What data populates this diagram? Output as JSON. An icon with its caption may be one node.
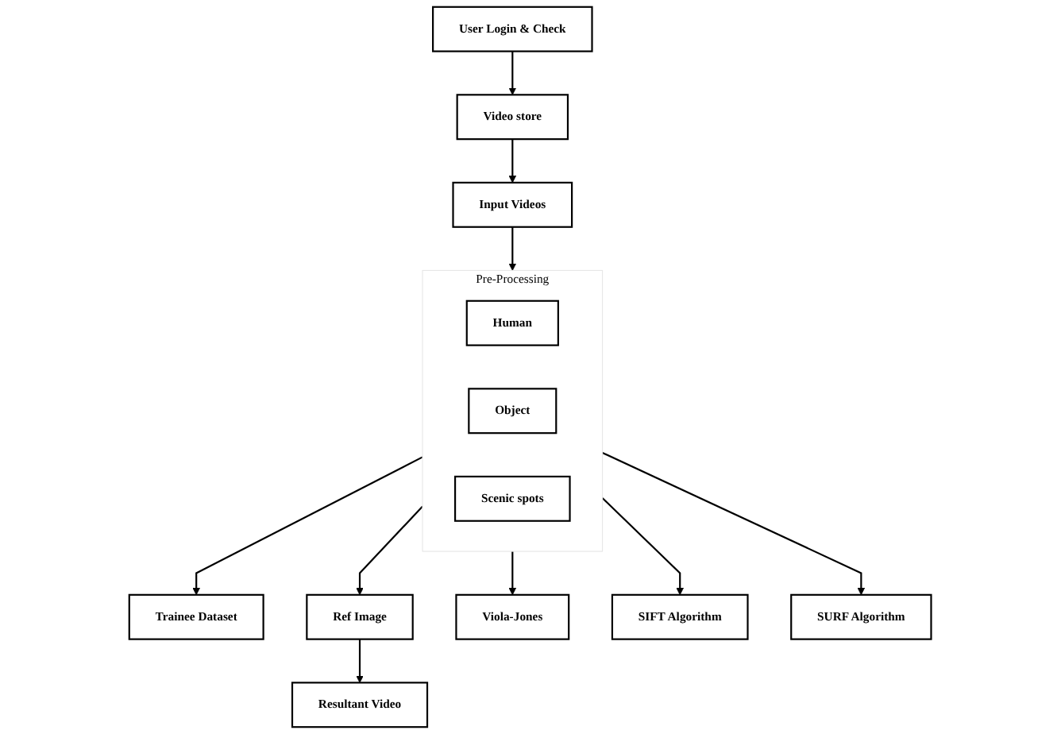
{
  "diagram": {
    "nodes": [
      {
        "text": [
          "User Login & Check"
        ]
      },
      {
        "text": [
          "Video store"
        ]
      },
      {
        "text": [
          "Input Videos"
        ]
      },
      {
        "text": [
          "Pre-Processing"
        ]
      },
      {
        "text": [
          "Human"
        ],
        "in": 3
      },
      {
        "text": [
          "Object"
        ],
        "in": 3
      },
      {
        "text": [
          "Scenic spots"
        ],
        "in": 3
      },
      {
        "text": [
          "Trainee Dataset"
        ]
      },
      {
        "text": [
          "Ref Image"
        ]
      },
      {
        "text": [
          "Resultant Video"
        ]
      },
      {
        "text": [
          "Viola-Jones"
        ]
      },
      {
        "text": [
          "SIFT Algorithm"
        ]
      },
      {
        "text": [
          "SURF Algorithm"
        ]
      }
    ],
    "edges": [
      {
        "from": 0,
        "to": 1,
        "arrow": "to"
      },
      {
        "from": 1,
        "to": 2,
        "arrow": "to"
      },
      {
        "from": 2,
        "to": 3,
        "arrow": "to"
      },
      {
        "from": 3,
        "to": 7,
        "arrow": "to"
      },
      {
        "from": 3,
        "to": 8,
        "arrow": "to"
      },
      {
        "from": 8,
        "to": 9,
        "arrow": "to"
      },
      {
        "from": 3,
        "to": 10,
        "arrow": "to"
      },
      {
        "from": 3,
        "to": 11,
        "arrow": "to"
      },
      {
        "from": 3,
        "to": 12,
        "arrow": "to"
      }
    ]
  }
}
